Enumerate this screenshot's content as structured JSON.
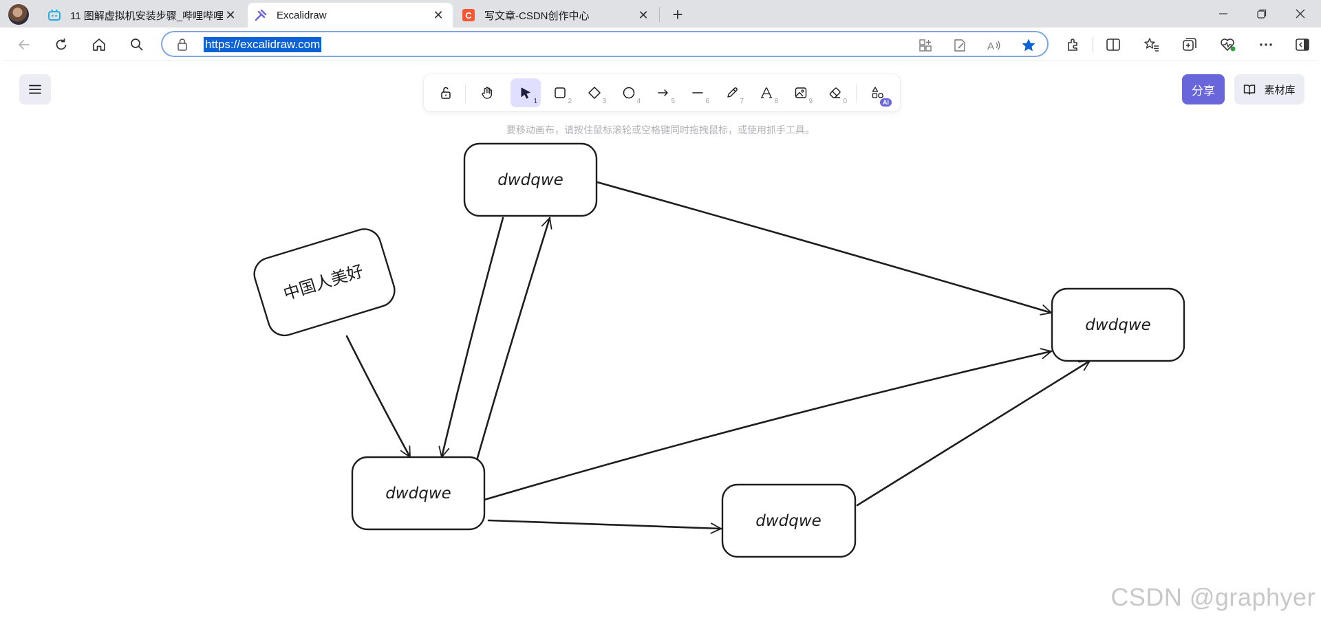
{
  "browser": {
    "tabs": [
      {
        "title": "11 图解虚拟机安装步骤_哔哩哔哩",
        "active": false
      },
      {
        "title": "Excalidraw",
        "active": true
      },
      {
        "title": "写文章-CSDN创作中心",
        "active": false
      }
    ],
    "url": "https://excalidraw.com",
    "colors": {
      "bilibili": "#23ade5",
      "csdn": "#fc5531",
      "excalidraw": "#6965db",
      "favorite_star": "#0b61d6"
    }
  },
  "toolbar": {
    "tools": [
      {
        "name": "lock",
        "key": ""
      },
      {
        "name": "hand",
        "key": ""
      },
      {
        "name": "selection",
        "key": "1",
        "active": true
      },
      {
        "name": "rectangle",
        "key": "2"
      },
      {
        "name": "diamond",
        "key": "3"
      },
      {
        "name": "ellipse",
        "key": "4"
      },
      {
        "name": "arrow",
        "key": "5"
      },
      {
        "name": "line",
        "key": "6"
      },
      {
        "name": "draw",
        "key": "7"
      },
      {
        "name": "text",
        "key": "8"
      },
      {
        "name": "image",
        "key": "9"
      },
      {
        "name": "eraser",
        "key": "0"
      },
      {
        "name": "more-shapes",
        "badge": "AI"
      }
    ]
  },
  "canvas": {
    "hint": "要移动画布，请按住鼠标滚轮或空格键同时拖拽鼠标，或使用抓手工具。",
    "share_label": "分享",
    "library_label": "素材库",
    "nodes": [
      {
        "id": "top",
        "label": "dwdqwe"
      },
      {
        "id": "rotated",
        "label": "中国人美好"
      },
      {
        "id": "right",
        "label": "dwdqwe"
      },
      {
        "id": "left-bottom",
        "label": "dwdqwe"
      },
      {
        "id": "middle-bottom",
        "label": "dwdqwe"
      }
    ]
  },
  "watermark": "CSDN @graphyer"
}
